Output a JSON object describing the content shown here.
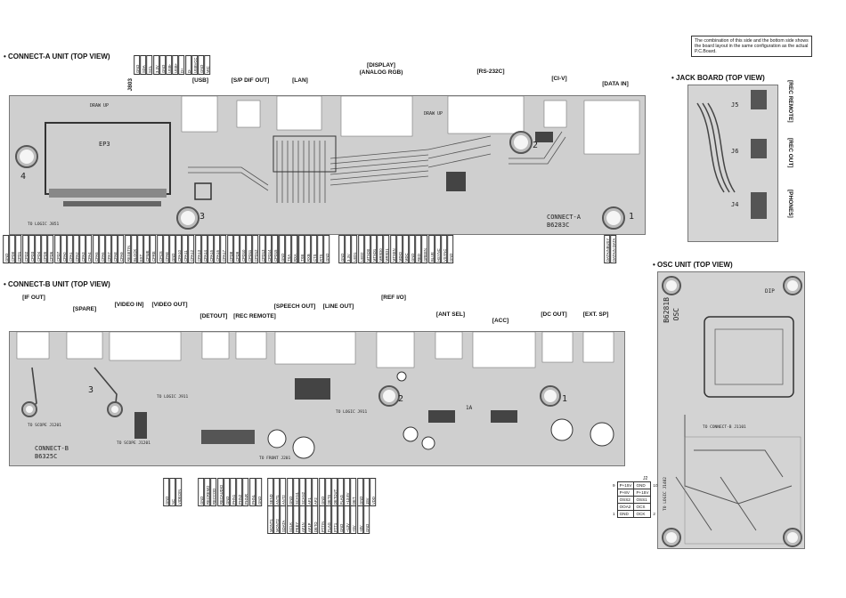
{
  "note": {
    "line1": "The combination of this side and the bottom side shows",
    "line2": "the board layout in the same configuration as the actual",
    "line3": "P.C.Board."
  },
  "sections": {
    "connect_a": "• CONNECT-A UNIT (TOP VIEW)",
    "connect_b": "• CONNECT-B UNIT (TOP VIEW)",
    "jack": "• JACK BOARD (TOP VIEW)",
    "osc": "• OSC UNIT (TOP VIEW)"
  },
  "connect_a_labels": {
    "usb": "[USB]",
    "spdif": "[S/P DIF OUT]",
    "lan": "[LAN]",
    "display": "[DISPLAY]",
    "display2": "(ANALOG RGB)",
    "rs232c": "[RS-232C]",
    "civ": "[CI-V]",
    "datain": "[DATA IN]"
  },
  "connect_a_board": {
    "draw_up": "DRAW UP",
    "ep3": "EP3",
    "name": "CONNECT-A",
    "code": "B6283C",
    "to_logic": "TO LOGIC J851",
    "num1": "1",
    "num2": "2",
    "num3": "3",
    "num4": "4"
  },
  "j803": {
    "ref": "J803",
    "pins": [
      "GND",
      "SDA",
      "SCL",
      "3.3V",
      "GND",
      "USB-",
      "USB+",
      "D+",
      "D-",
      "USBVCC",
      "GND",
      "MIC"
    ]
  },
  "j850_pins": [
    "GND",
    "CPD0",
    "CPD1",
    "CPD2",
    "CPD3",
    "CPD4",
    "CPD5",
    "CPD6",
    "CPD7",
    "CPA0",
    "CPA1",
    "CPA2",
    "CPA3",
    "CPA4",
    "CPA5",
    "CPA6",
    "CPA7",
    "CPA8",
    "CPA9",
    "RESETIN",
    "BLOCK",
    "EXT",
    "CPWE",
    "CPRE",
    "CPCS",
    "CPAE",
    "GND",
    "CPA10",
    "CPA11",
    "CPA12",
    "CPA13",
    "CPA14",
    "CPA15",
    "CPA16",
    "CPA17",
    "CPD8",
    "CPD9",
    "CPD10",
    "CPD11",
    "CPD12",
    "CPD13",
    "CPD14",
    "CPD15",
    "GND",
    "WP",
    "CPCE",
    "GND"
  ],
  "j202_pins": [
    "GND",
    "TXA",
    "RXA",
    "TXB",
    "RXB",
    "CTS",
    "RTS",
    "GND"
  ],
  "j701_pins": [
    "GND",
    "3.3V",
    "LED1",
    "LED2",
    "MTXD0",
    "MTXD1",
    "MRXD0",
    "MRXD1",
    "MTXEN",
    "MDIO",
    "MDC",
    "GND",
    "RED",
    "GREEN",
    "BLUE",
    "HSYNC",
    "VSYNC",
    "GND"
  ],
  "j4_pins": [
    "DATAINBUSY",
    "DATAIN DATA"
  ],
  "jack_board": {
    "rec_remote": "[REC REMOTE]",
    "rec_out": "[REC OUT]",
    "phones": "[PHONES]",
    "j5": "J5",
    "j6": "J6",
    "j4": "J4"
  },
  "connect_b_labels": {
    "ifout": "[IF OUT]",
    "spare": "[SPARE]",
    "videoin": "[VIDEO IN]",
    "videoout": "[VIDEO OUT]",
    "detout": "[DETOUT]",
    "recremote": "[REC REMOTE]",
    "speechout": "[SPEECH OUT]",
    "lineout": "[LINE OUT]",
    "refio": "[REF I/O]",
    "antsel": "[ANT SEL]",
    "acc": "[ACC]",
    "dcout": "[DC OUT]",
    "extsp": "[EXT. SP]"
  },
  "connect_b_board": {
    "name": "CONNECT-B",
    "code": "B6325C",
    "to_scope": "TO SCOPE J1201",
    "to_logic": "TO LOGIC J911",
    "to_front": "TO FRONT J201",
    "num1": "1",
    "num2": "2",
    "num3": "3",
    "fuse": "1A"
  },
  "j903_pins": [
    "GND",
    "NC",
    "VIDEOIN"
  ],
  "j902_pins": [
    "GND",
    "RECREMO",
    "RECCOD",
    "RECAUDIO",
    "GND",
    "PHN1",
    "PHN2",
    "PHNR",
    "PHNL",
    "GND"
  ],
  "j501_pins": [
    "SEND",
    "ANT1",
    "ANT2",
    "GND",
    "SCAN1",
    "SCAN2",
    "AF1",
    "AF2",
    "GND",
    "DETS",
    "DETOUT",
    "FLAG",
    "+13.8V",
    "DET",
    "GND",
    "15V",
    "VDD"
  ],
  "j501b_pins": [
    "MONT1",
    "MONT2",
    "SDATA",
    "SCLK",
    "PKEY",
    "AF1N",
    "AF1P",
    "DETO",
    "PTTIN",
    "FLAG",
    "PTT1",
    "GND",
    "+13V",
    "+5V",
    "+8V",
    "GND"
  ],
  "osc_unit": {
    "code": "B6281B",
    "name": "OSC",
    "to_connect": "TO CONNECT-B J1101",
    "to_logic": "TO LOGIC J1402",
    "dip": "DIP",
    "j2": "J2",
    "j2_rows": [
      [
        "9",
        "P+15V",
        "GND",
        "10"
      ],
      [
        "",
        "P+8V",
        "P+15V",
        ""
      ],
      [
        "",
        "OSS2",
        "OSS1",
        ""
      ],
      [
        "",
        "OOA2",
        "OCS",
        ""
      ],
      [
        "1",
        "GND",
        "OCK",
        "2"
      ]
    ]
  }
}
